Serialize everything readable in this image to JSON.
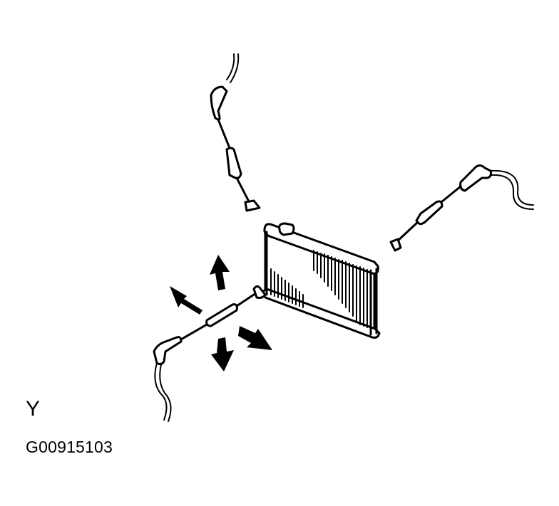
{
  "figure": {
    "view_label": "Y",
    "figure_id": "G00915103",
    "background_color": "#ffffff",
    "ink_color": "#000000"
  },
  "components": {
    "core": {
      "name": "heater-core",
      "description": "finned core unit with top and bottom tanks"
    },
    "tools": [
      {
        "name": "vacuum-cup-tool-top",
        "position": "top-center"
      },
      {
        "name": "vacuum-cup-tool-right",
        "position": "right"
      },
      {
        "name": "vacuum-cup-tool-left",
        "position": "lower-left"
      }
    ],
    "arrows": [
      {
        "name": "arrow-up",
        "direction": "up"
      },
      {
        "name": "arrow-up-left",
        "direction": "up-left"
      },
      {
        "name": "arrow-down",
        "direction": "down"
      },
      {
        "name": "arrow-down-right",
        "direction": "down-right"
      }
    ]
  }
}
